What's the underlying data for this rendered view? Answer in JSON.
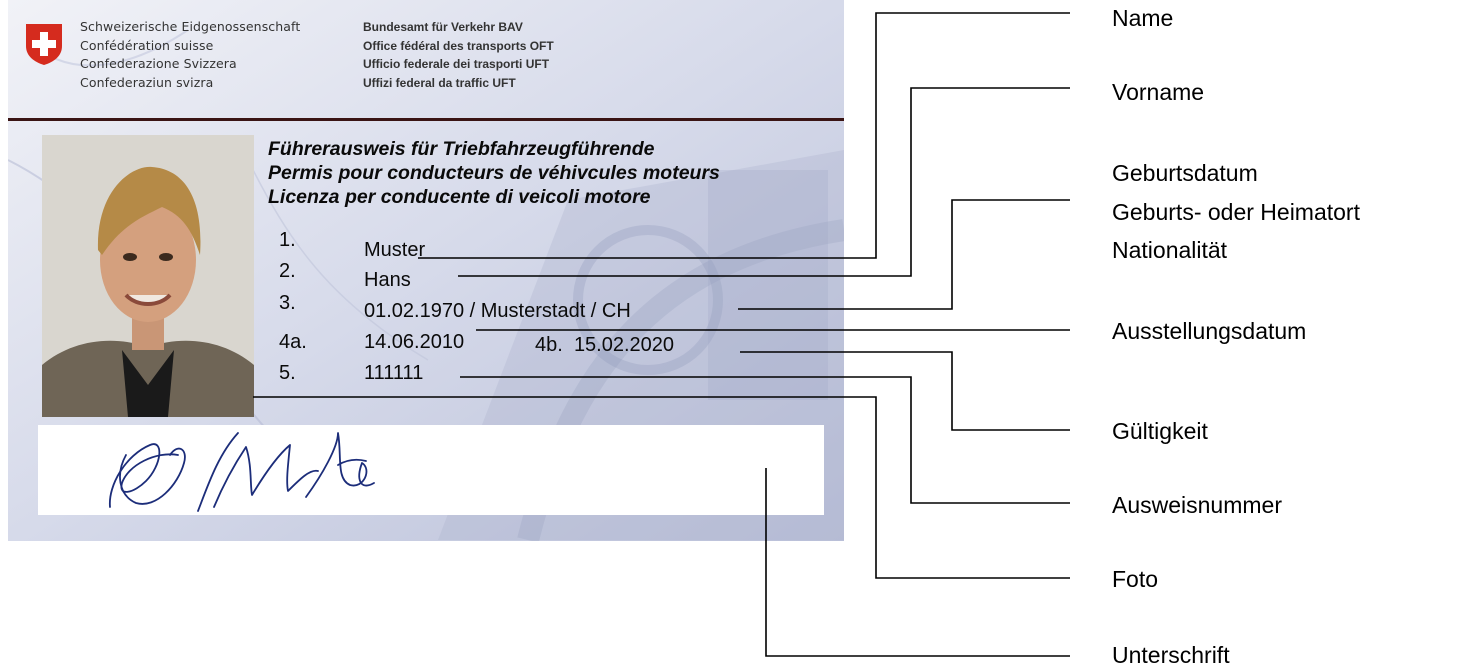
{
  "card": {
    "administration": {
      "de": "Schweizerische Eidgenossenschaft",
      "fr": "Confédération suisse",
      "it": "Confederazione Svizzera",
      "rm": "Confederaziun svizra"
    },
    "office": {
      "de": "Bundesamt für Verkehr BAV",
      "fr": "Office fédéral des transports OFT",
      "it": "Ufficio federale dei trasporti UFT",
      "rm": "Uffizi federal da traffic UFT"
    },
    "title": {
      "de": "Führerausweis für Triebfahrzeugführende",
      "fr": "Permis pour conducteurs de véhivcules moteurs",
      "it": "Licenza per conducente di veicoli motore"
    },
    "fields": {
      "f1": {
        "num": "1.",
        "value": "Muster"
      },
      "f2": {
        "num": "2.",
        "value": "Hans"
      },
      "f3": {
        "num": "3.",
        "value": "01.02.1970 / Musterstadt / CH"
      },
      "f4a": {
        "num": "4a.",
        "value": "14.06.2010"
      },
      "f4b": {
        "num": "4b.",
        "value": "15.02.2020"
      },
      "f5": {
        "num": "5.",
        "value": "111111"
      }
    }
  },
  "labels": {
    "name": "Name",
    "vorname": "Vorname",
    "geburtsdatum": "Geburtsdatum",
    "geburtsort": "Geburts- oder Heimatort",
    "nationalitaet": "Nationalität",
    "ausstellungsdatum": "Ausstellungsdatum",
    "gueltigkeit": "Gültigkeit",
    "ausweisnummer": "Ausweisnummer",
    "foto": "Foto",
    "unterschrift": "Unterschrift"
  },
  "colors": {
    "swiss_red": "#d52b1e",
    "rule": "#3a1414",
    "card_tint": "#d4d8e8",
    "signature_ink": "#1c2d7a"
  }
}
